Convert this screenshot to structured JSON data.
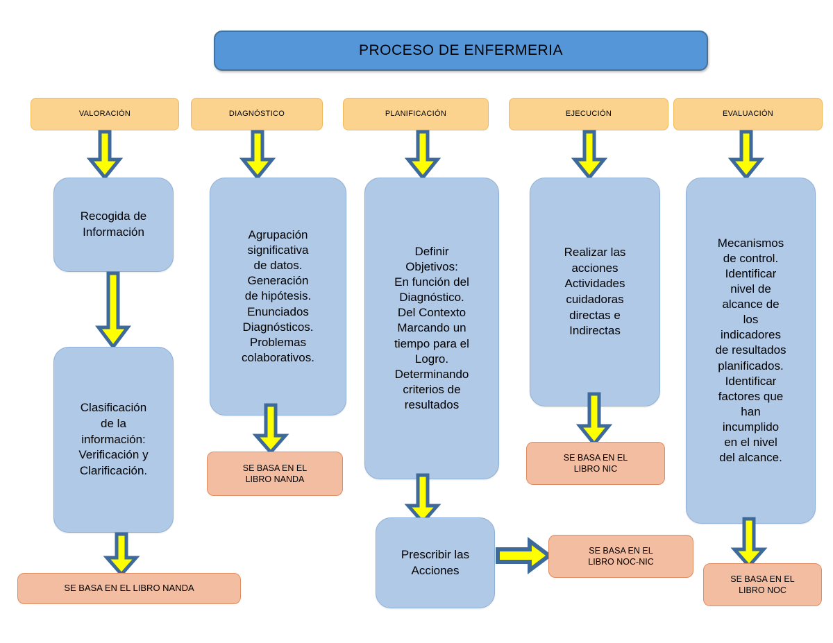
{
  "diagram": {
    "title": "PROCESO DE ENFERMERIA",
    "colors": {
      "title_fill": "#5596d8",
      "title_border": "#41719c",
      "phase_fill": "#fbd38e",
      "phase_border": "#f0b957",
      "process_fill": "#b0c9e7",
      "process_border": "#8fb0d6",
      "reference_fill": "#f3bda1",
      "reference_border": "#e08b5e",
      "arrow_fill": "#ffff00",
      "arrow_border": "#3d6a9a"
    },
    "phases": [
      {
        "id": "valoracion",
        "label": "VALORACIÓN",
        "steps": [
          "Recogida de\nInformación",
          "Clasificación\nde la\ninformación:\nVerificación y\nClarificación."
        ],
        "reference": "SE BASA EN EL LIBRO NANDA"
      },
      {
        "id": "diagnostico",
        "label": "DIAGNÓSTICO",
        "steps": [
          "Agrupación\nsignificativa\nde datos.\nGeneración\nde hipótesis.\nEnunciados\nDiagnósticos.\nProblemas\ncolaborativos."
        ],
        "reference": "SE BASA EN EL\nLIBRO NANDA"
      },
      {
        "id": "planificacion",
        "label": "PLANIFICACIÓN",
        "steps": [
          "Definir\nObjetivos:\nEn función del\nDiagnóstico.\nDel Contexto\nMarcando un\ntiempo para el\nLogro.\nDeterminando\ncriterios de\nresultados",
          "Prescribir las\nAcciones"
        ],
        "reference": "SE BASA EN EL\nLIBRO NOC-NIC"
      },
      {
        "id": "ejecucion",
        "label": "EJECUCIÓN",
        "steps": [
          "Realizar las\nacciones\nActividades\ncuidadoras\ndirectas e\nIndirectas"
        ],
        "reference": "SE BASA EN EL\nLIBRO NIC"
      },
      {
        "id": "evaluacion",
        "label": "EVALUACIÓN",
        "steps": [
          "Mecanismos\nde control.\nIdentificar\nnivel de\nalcance de\nlos\nindicadores\nde resultados\nplanificados.\nIdentificar\nfactores que\nhan\nincumplido\nen el nivel\ndel alcance."
        ],
        "reference": "SE BASA EN EL\nLIBRO NOC"
      }
    ]
  }
}
